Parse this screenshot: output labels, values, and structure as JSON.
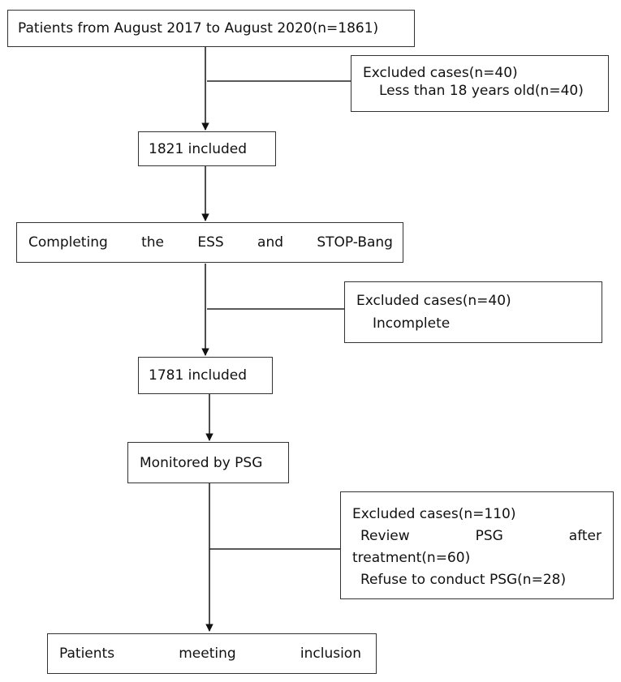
{
  "boxes": {
    "patients_total": "Patients from August 2017 to August 2020(n=1861)",
    "included_1821": "1821 included",
    "completing": [
      "Completing",
      "the",
      "ESS",
      "and",
      "STOP-Bang"
    ],
    "included_1781": "1781 included",
    "monitored": "Monitored by PSG",
    "final": [
      "Patients",
      "meeting",
      "inclusion"
    ]
  },
  "exclusions": {
    "first": {
      "heading": "Excluded cases(n=40)",
      "reason": "Less than 18 years old(n=40)"
    },
    "second": {
      "heading": "Excluded cases(n=40)",
      "reason": "Incomplete"
    },
    "third": {
      "heading": "Excluded cases(n=110)",
      "review_words": [
        "Review",
        "PSG",
        "after"
      ],
      "review_tail": "treatment(n=60)",
      "refuse": "Refuse to conduct PSG(n=28)"
    }
  }
}
